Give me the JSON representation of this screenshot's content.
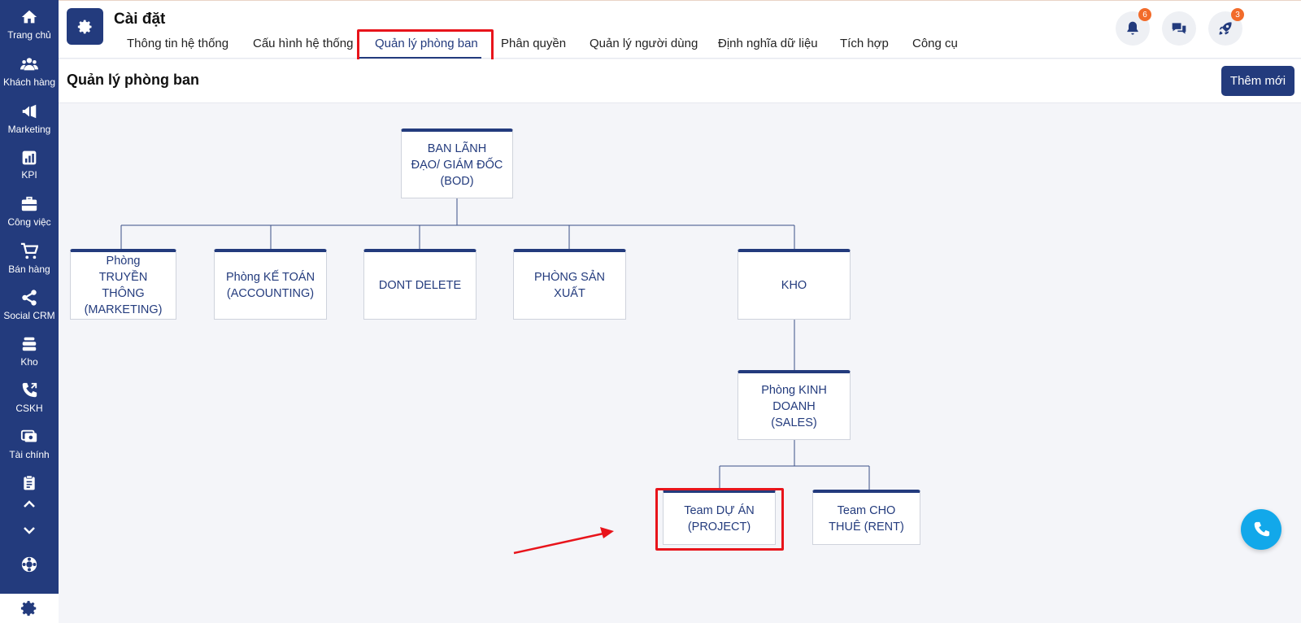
{
  "sidebar": {
    "items": [
      {
        "label": "Trang chủ",
        "icon": "home-icon"
      },
      {
        "label": "Khách hàng",
        "icon": "users-icon"
      },
      {
        "label": "Marketing",
        "icon": "megaphone-icon"
      },
      {
        "label": "KPI",
        "icon": "chart-icon"
      },
      {
        "label": "Công việc",
        "icon": "briefcase-icon"
      },
      {
        "label": "Bán hàng",
        "icon": "cart-icon"
      },
      {
        "label": "Social CRM",
        "icon": "share-icon"
      },
      {
        "label": "Kho",
        "icon": "warehouse-icon"
      },
      {
        "label": "CSKH",
        "icon": "phone-icon"
      },
      {
        "label": "Tài chính",
        "icon": "money-icon"
      }
    ]
  },
  "header": {
    "title": "Cài đặt",
    "tabs": [
      {
        "label": "Thông tin hệ thống"
      },
      {
        "label": "Cấu hình hệ thống"
      },
      {
        "label": "Quản lý phòng ban"
      },
      {
        "label": "Phân quyền"
      },
      {
        "label": "Quản lý người dùng"
      },
      {
        "label": "Định nghĩa dữ liệu"
      },
      {
        "label": "Tích hợp"
      },
      {
        "label": "Công cụ"
      }
    ],
    "active_tab": "Quản lý phòng ban",
    "notifications_count": "6",
    "rocket_count": "3",
    "avatar_alert": "!"
  },
  "page": {
    "title": "Quản lý phòng ban",
    "add_button": "Thêm mới"
  },
  "org": {
    "bod": [
      "BAN LÃNH",
      "ĐẠO/ GIÁM ĐỐC",
      "(BOD)"
    ],
    "marketing": [
      "Phòng",
      "TRUYỀN THÔNG",
      "(MARKETING)"
    ],
    "accounting": [
      "Phòng KẾ TOÁN",
      "(ACCOUNTING)"
    ],
    "dont_delete": [
      "DONT DELETE"
    ],
    "production": [
      "PHÒNG SẢN",
      "XUẤT"
    ],
    "kho": [
      "KHO"
    ],
    "sales": [
      "Phòng KINH",
      "DOANH",
      "(SALES)"
    ],
    "project": [
      "Team DỰ ÁN",
      "(PROJECT)"
    ],
    "rent": [
      "Team CHO",
      "THUÊ (RENT)"
    ]
  },
  "colors": {
    "primary": "#233b7d",
    "highlight": "#e8141b",
    "badge": "#f26b2a",
    "call": "#12a8ea"
  }
}
